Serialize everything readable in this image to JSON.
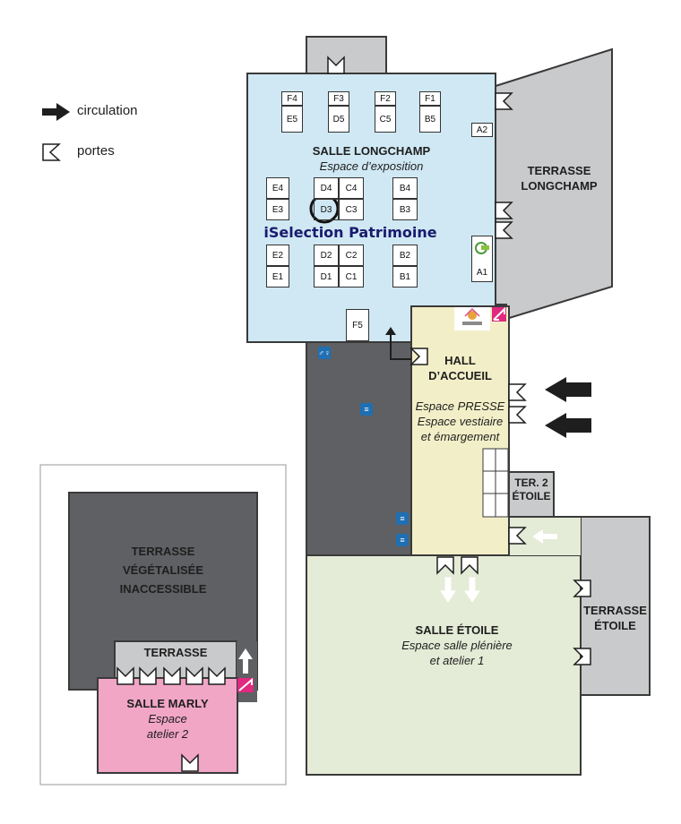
{
  "legend": {
    "circulation": "circulation",
    "doors": "portes"
  },
  "rooms": {
    "longchamp": {
      "title": "SALLE LONGCHAMP",
      "subtitle": "Espace d’exposition"
    },
    "terrasse_longchamp": {
      "line1": "TERRASSE",
      "line2": "LONGCHAMP"
    },
    "hall": {
      "line1": "HALL",
      "line2": "D’ACCUEIL",
      "sub1": "Espace PRESSE",
      "sub2": "Espace vestiaire",
      "sub3": "et émargement"
    },
    "ter2_etoile": {
      "line1": "TER. 2",
      "line2": "ÉTOILE"
    },
    "salle_etoile": {
      "title": "SALLE ÉTOILE",
      "sub1": "Espace salle plénière",
      "sub2": "et atelier 1"
    },
    "terrasse_etoile": {
      "line1": "TERRASSE",
      "line2": "ÉTOILE"
    },
    "terrasse_vegetalisee": {
      "line1": "TERRASSE",
      "line2": "VÉGÉTALISÉE",
      "line3": "INACCESSIBLE"
    },
    "terrasse_small": {
      "title": "TERRASSE"
    },
    "salle_marly": {
      "title": "SALLE MARLY",
      "sub1": "Espace",
      "sub2": "atelier 2"
    }
  },
  "highlight": {
    "label": "iSelection Patrimoine",
    "circled_stand": "D3",
    "color": "#1a1a6e"
  },
  "stands": {
    "F4": "F4",
    "E5": "E5",
    "F3": "F3",
    "D5": "D5",
    "F2": "F2",
    "C5": "C5",
    "F1": "F1",
    "B5": "B5",
    "A2": "A2",
    "E4": "E4",
    "E3": "E3",
    "D4": "D4",
    "D3": "D3",
    "C4": "C4",
    "C3": "C3",
    "B4": "B4",
    "B3": "B3",
    "E2": "E2",
    "E1": "E1",
    "D2": "D2",
    "D1": "D1",
    "C2": "C2",
    "C1": "C1",
    "B2": "B2",
    "B1": "B1",
    "A1": "A1",
    "F5": "F5"
  },
  "colors": {
    "longchamp": "#cfe8f3",
    "hall": "#f2efc8",
    "etoile": "#e4ebd6",
    "grey_terrace": "#c9cacc",
    "dark_area": "#5f6063",
    "marly": "#f1a6c6",
    "arrow": "#1e1e1e"
  },
  "icons": {
    "circulation": "arrow-right-icon",
    "door": "door-icon",
    "wc": "toilet-icon",
    "cloakroom": "cloakroom-icon",
    "logo_invivo": "invivo-logo-icon",
    "logo_a1": "exhibitor-logo-icon"
  }
}
